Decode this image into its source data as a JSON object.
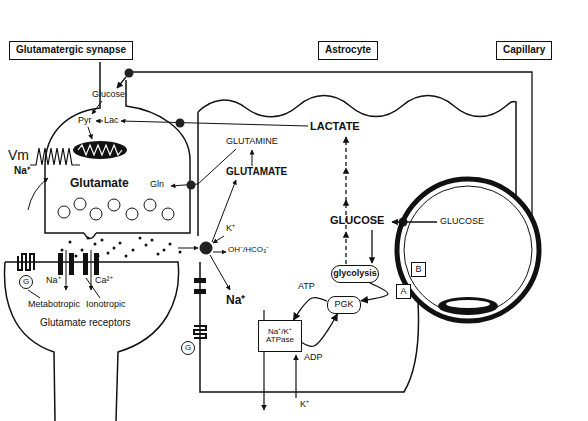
{
  "diagram": {
    "nodes": [
      {
        "text": [
          "Glutamatergic synapse"
        ]
      },
      {
        "text": [
          "Astrocyte"
        ]
      },
      {
        "text": [
          "Capillary"
        ]
      },
      {
        "text": [
          "glycolysis"
        ]
      },
      {
        "text": [
          "PGK"
        ]
      },
      {
        "text": [
          "Na⁺/K⁺ ATPase"
        ]
      },
      {
        "text": [
          "B"
        ]
      },
      {
        "text": [
          "A"
        ]
      }
    ],
    "edges": [
      {
        "from": 3,
        "to": 4,
        "arrow": "to"
      },
      {
        "from": 4,
        "to": 5,
        "label": "ATP",
        "arrow": "to"
      },
      {
        "from": 5,
        "to": 4,
        "label": "ADP",
        "arrow": "to"
      }
    ],
    "labels": [
      "Vm",
      "Glucose",
      "Pyr",
      "Lac",
      "Na⁺",
      "Glutamate",
      "Gln",
      "GLUTAMINE",
      "GLUTAMATE",
      "LACTATE",
      "GLUCOSE",
      "GLUCOSE",
      "K⁺",
      "OH⁻/HCO₃⁻",
      "Na⁺",
      "Na⁺",
      "Ca²⁺",
      "G",
      "Metabotropic",
      "Ionotropic",
      "Glutamate receptors",
      "G",
      "K⁺"
    ]
  }
}
